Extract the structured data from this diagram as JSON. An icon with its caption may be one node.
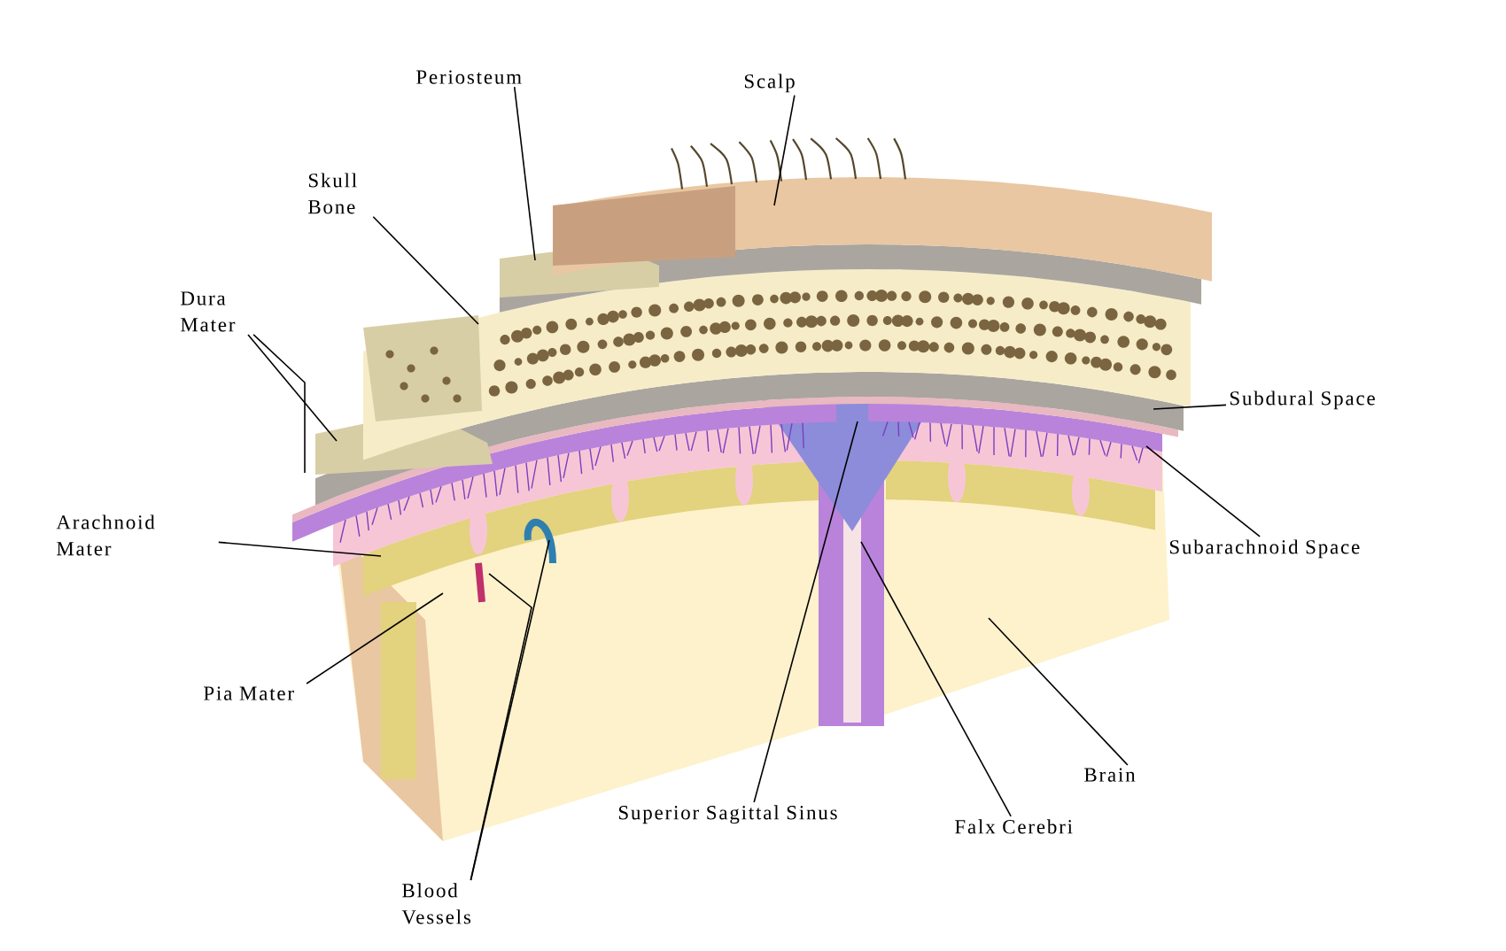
{
  "diagram": {
    "nodes": [
      {
        "text": [
          "Periosteum"
        ]
      },
      {
        "text": [
          "Scalp"
        ]
      },
      {
        "text": [
          "Skull Bone"
        ]
      },
      {
        "text": [
          "Dura Mater"
        ]
      },
      {
        "text": [
          "Arachnoid Mater"
        ]
      },
      {
        "text": [
          "Pia Mater"
        ]
      },
      {
        "text": [
          "Blood Vessels"
        ]
      },
      {
        "text": [
          "Superior Sagittal Sinus"
        ]
      },
      {
        "text": [
          "Falx Cerebri"
        ]
      },
      {
        "text": [
          "Brain"
        ]
      },
      {
        "text": [
          "Subarachnoid Space"
        ]
      },
      {
        "text": [
          "Subdural Space"
        ]
      }
    ],
    "edges": [
      {
        "from": 0,
        "to": null,
        "arrow": "none"
      },
      {
        "from": 1,
        "to": null,
        "arrow": "none"
      },
      {
        "from": 2,
        "to": null,
        "arrow": "none"
      },
      {
        "from": 3,
        "to": null,
        "arrow": "none"
      },
      {
        "from": 3,
        "to": null,
        "arrow": "none"
      },
      {
        "from": 4,
        "to": null,
        "arrow": "none"
      },
      {
        "from": 5,
        "to": null,
        "arrow": "none"
      },
      {
        "from": 6,
        "to": null,
        "arrow": "none"
      },
      {
        "from": 6,
        "to": null,
        "arrow": "none"
      },
      {
        "from": 7,
        "to": null,
        "arrow": "none"
      },
      {
        "from": 8,
        "to": null,
        "arrow": "none"
      },
      {
        "from": 9,
        "to": null,
        "arrow": "none"
      },
      {
        "from": 10,
        "to": null,
        "arrow": "none"
      },
      {
        "from": 11,
        "to": null,
        "arrow": "none"
      }
    ]
  }
}
